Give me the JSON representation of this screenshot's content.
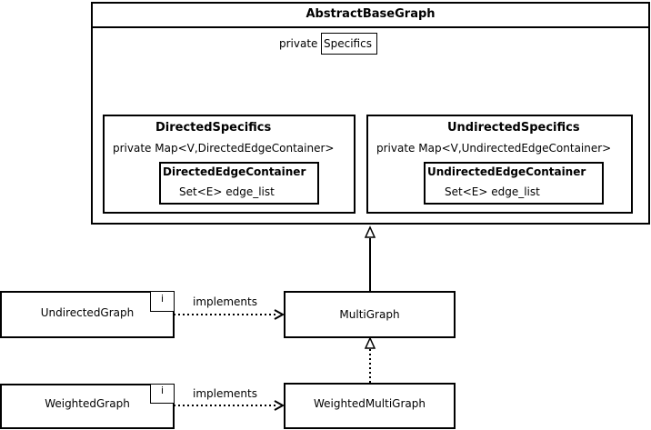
{
  "abstract_base_graph": {
    "title": "AbstractBaseGraph",
    "private_label": "private",
    "specifics_label": "Specifics"
  },
  "directed_specifics": {
    "title": "DirectedSpecifics",
    "field": "private Map<V,DirectedEdgeContainer>",
    "container": {
      "title": "DirectedEdgeContainer",
      "field": "Set<E> edge_list"
    }
  },
  "undirected_specifics": {
    "title": "UndirectedSpecifics",
    "field": "private Map<V,UndirectedEdgeContainer>",
    "container": {
      "title": "UndirectedEdgeContainer",
      "field": "Set<E> edge_list"
    }
  },
  "undirected_graph": {
    "title": "UndirectedGraph",
    "marker": "i"
  },
  "weighted_graph": {
    "title": "WeightedGraph",
    "marker": "i"
  },
  "multi_graph": {
    "title": "MultiGraph"
  },
  "weighted_multi_graph": {
    "title": "WeightedMultiGraph"
  },
  "relations": {
    "implements_1": "implements",
    "implements_2": "implements"
  }
}
